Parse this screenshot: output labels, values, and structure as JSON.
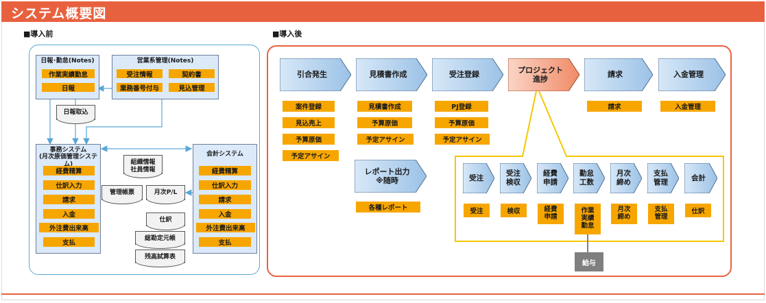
{
  "title": "システム概要図",
  "before": {
    "label": "■導入前",
    "nippo": {
      "title": "日報･勤怠(Notes)",
      "items": [
        "作業実績勤怠",
        "日報"
      ]
    },
    "eigyo": {
      "title": "営業系管理(Notes)",
      "items": [
        "受注情報",
        "契約書",
        "業務番号付与",
        "見込管理"
      ]
    },
    "nippo_torikomi": "日報取込",
    "jimu": {
      "title": "事務システム\n(月次原価管理システム)",
      "items": [
        "経費精算",
        "仕訳入力",
        "請求",
        "入金",
        "外注費出来高",
        "支払"
      ]
    },
    "soshiki": "組織情報\n社員情報",
    "kaikei": {
      "title": "会計システム",
      "items": [
        "経費精算",
        "仕訳入力",
        "請求",
        "入金",
        "外注費出来高",
        "支払"
      ]
    },
    "kanri_chohyo": "管理帳票",
    "getsuji_pl": "月次P/L",
    "shiwake": "仕訳",
    "sokanjo": "総勘定元帳",
    "zandaka": "残高試算表"
  },
  "after": {
    "label": "■導入後",
    "flow": [
      {
        "label": "引合発生",
        "items": [
          "案件登録",
          "見込売上",
          "予算原価",
          "予定アサイン"
        ]
      },
      {
        "label": "見積書作成",
        "items": [
          "見積書作成",
          "予算原価",
          "予定アサイン"
        ]
      },
      {
        "label": "受注登録",
        "items": [
          "PJ登録",
          "予算原価",
          "予定アサイン"
        ]
      },
      {
        "label": "プロジェクト\n進捗",
        "items": []
      },
      {
        "label": "請求",
        "items": [
          "請求"
        ]
      },
      {
        "label": "入金管理",
        "items": [
          "入金管理"
        ]
      }
    ],
    "report": {
      "label": "レポート出力\n※随時",
      "item": "各種レポート"
    },
    "detail": [
      {
        "label": "受注",
        "item": "受注"
      },
      {
        "label": "受注\n検収",
        "item": "検収"
      },
      {
        "label": "経費\n申請",
        "item": "経費\n申請"
      },
      {
        "label": "勤怠\n工数",
        "item": "作業\n実績\n勤怠"
      },
      {
        "label": "月次\n締め",
        "item": "月次\n締め"
      },
      {
        "label": "支払\n管理",
        "item": "支払\n管理"
      },
      {
        "label": "会計",
        "item": "仕訳"
      }
    ],
    "kyuyo": "給与"
  },
  "colors": {
    "accent": "#e8613f",
    "orange_box": "#f7a600",
    "blue_fill": "#dbe9f9",
    "yellow_frame": "#f7c600",
    "panel_blue": "#5aa6d6"
  }
}
